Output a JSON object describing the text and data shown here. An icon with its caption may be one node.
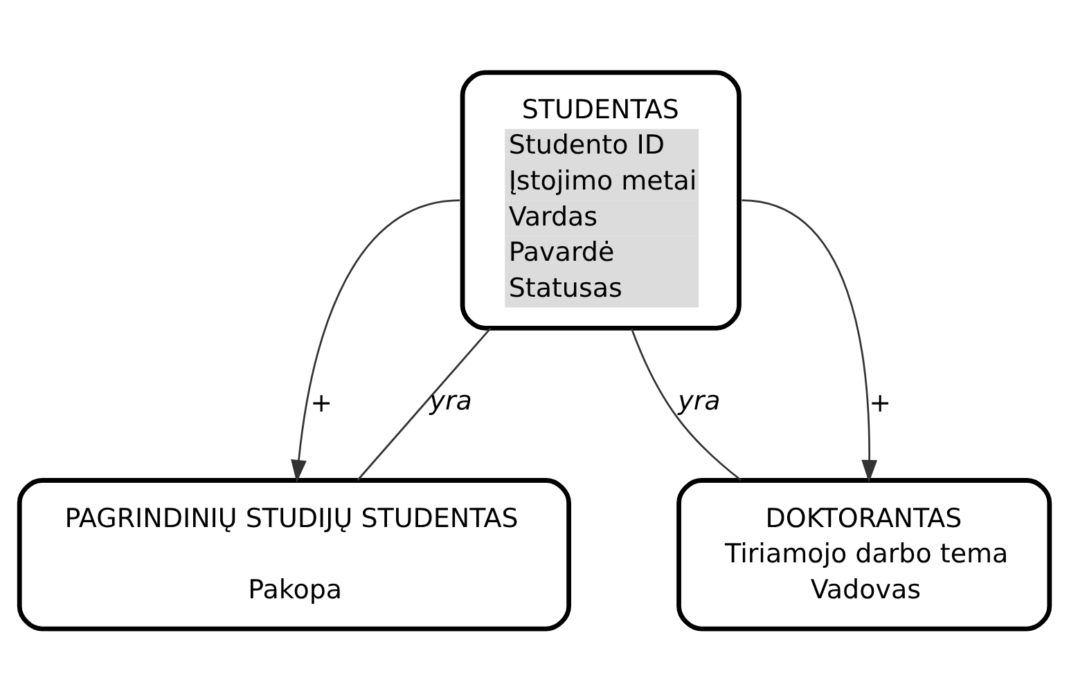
{
  "diagram": {
    "nodes": [
      {
        "text": [
          "STUDENTAS",
          "Studento ID",
          "Įstojimo metai",
          "Vardas",
          "Pavardė",
          "Statusas"
        ]
      },
      {
        "text": [
          "PAGRINDINIŲ STUDIJŲ STUDENTAS",
          "Pakopa"
        ]
      },
      {
        "text": [
          "DOKTORANTAS",
          "Tiriamojo darbo tema",
          "Vadovas"
        ]
      }
    ],
    "edges": [
      {
        "from": 0,
        "to": 1,
        "arrow": "none",
        "label": "yra"
      },
      {
        "from": 0,
        "to": 2,
        "arrow": "none",
        "label": "yra"
      },
      {
        "from": 0,
        "to": 1,
        "arrow": "to",
        "label": "+"
      },
      {
        "from": 0,
        "to": 2,
        "arrow": "to",
        "label": "+"
      }
    ]
  }
}
